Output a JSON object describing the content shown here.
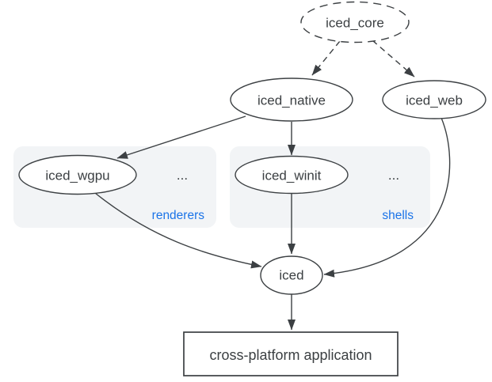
{
  "colors": {
    "ink": "#3c4043",
    "accent-blue": "#1a73e8",
    "group-fill": "#f2f4f6",
    "node-fill": "#ffffff",
    "canvas": "#ffffff"
  },
  "nodes": {
    "core": {
      "label": "iced_core"
    },
    "native": {
      "label": "iced_native"
    },
    "web": {
      "label": "iced_web"
    },
    "wgpu": {
      "label": "iced_wgpu"
    },
    "winit": {
      "label": "iced_winit"
    },
    "iced": {
      "label": "iced"
    },
    "app": {
      "label": "cross-platform application"
    }
  },
  "groups": {
    "renderers": {
      "label": "renderers",
      "more": "..."
    },
    "shells": {
      "label": "shells",
      "more": "..."
    }
  }
}
